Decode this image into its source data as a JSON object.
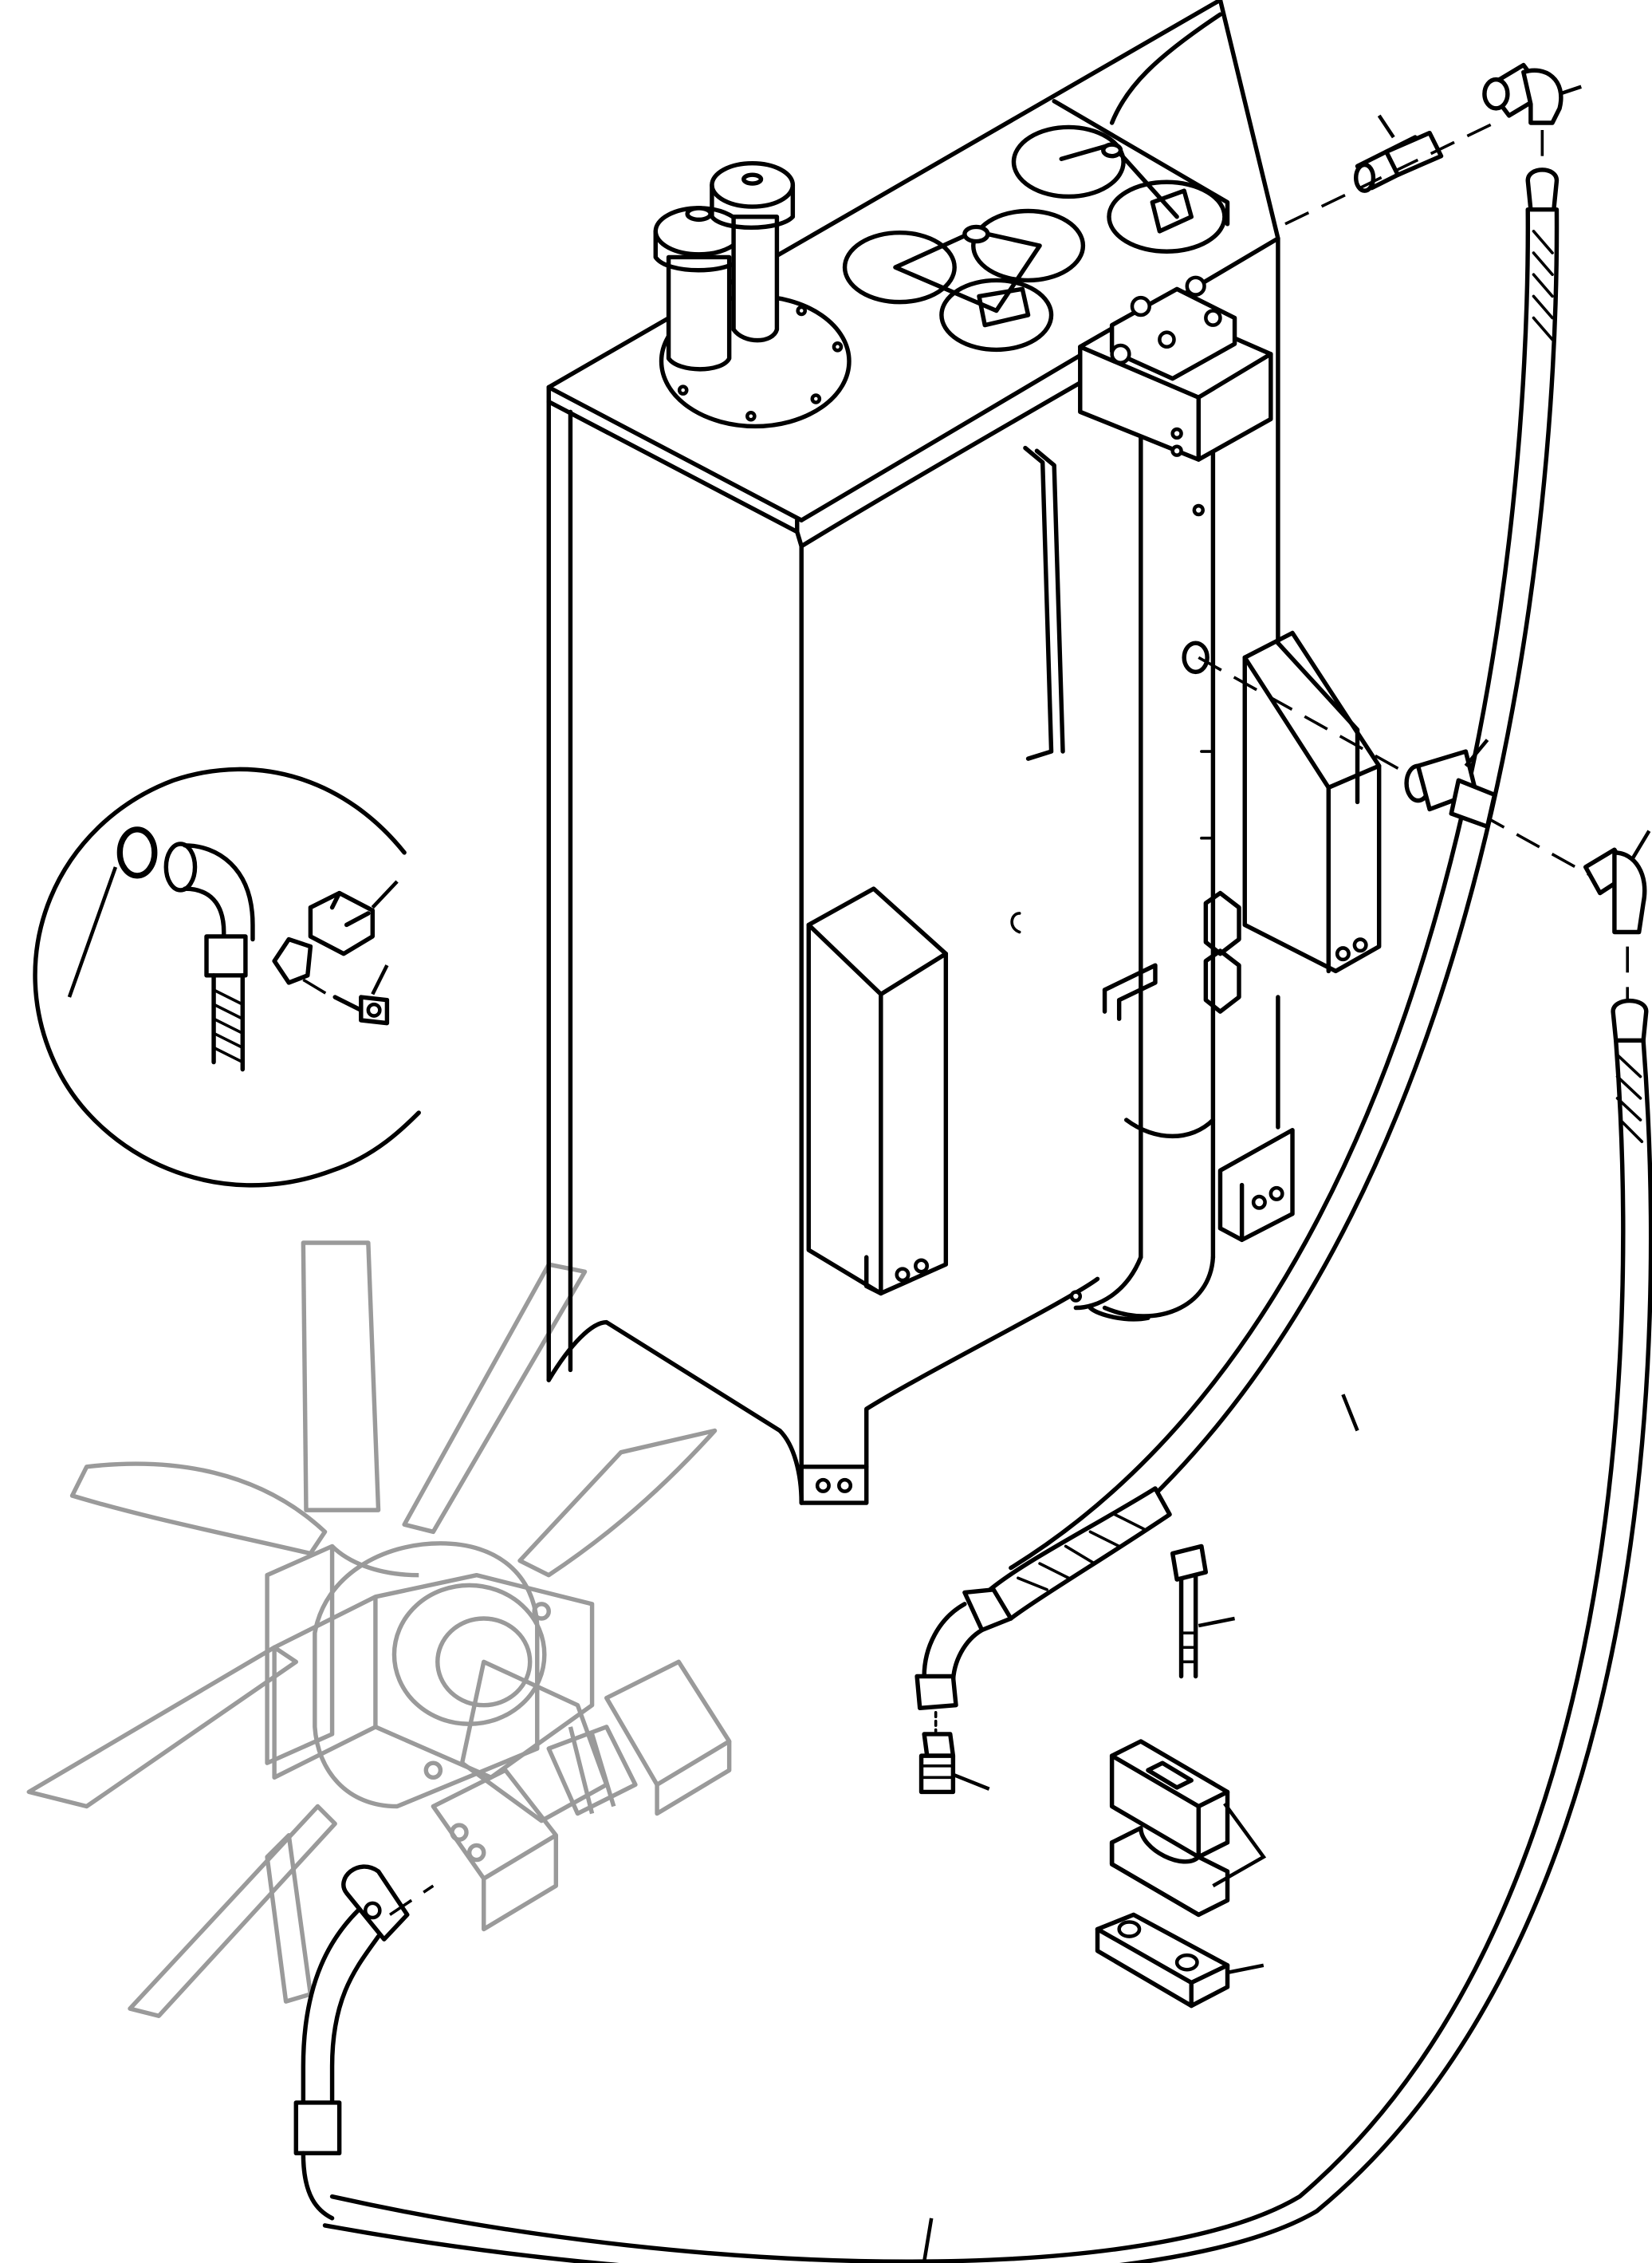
{
  "diagram": {
    "style": "exploded-parts-line-drawing",
    "background": "#ffffff",
    "line_color": "#000000",
    "ghost_line_color": "#9a9a9a",
    "parts": [
      "hydraulic-tank",
      "tank-breather-filter",
      "tank-access-cover",
      "tank-manifold-block",
      "tank-suction-pipe",
      "straight-fitting-upper",
      "elbow-fitting-upper",
      "hose-upper",
      "straight-fitting-lower",
      "elbow-fitting-lower",
      "hose-lower",
      "hose-return",
      "hose-fan-motor",
      "fan-motor",
      "cooling-fan",
      "hose-clamp-halves",
      "clamp-plate",
      "clamp-bolt",
      "adapter-fitting",
      "flange-detail",
      "o-ring",
      "split-flange",
      "socket-head-screw"
    ]
  }
}
